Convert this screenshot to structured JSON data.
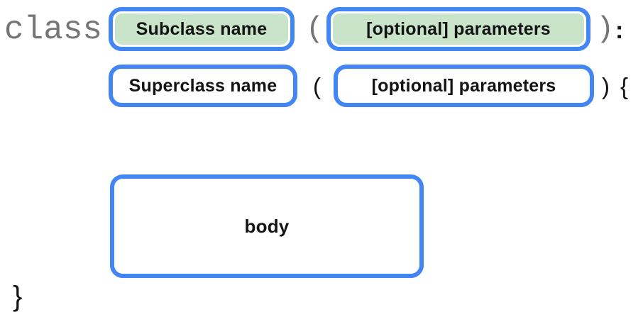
{
  "colors": {
    "accent_blue": "#4285f4",
    "box_green": "#c9e4c8",
    "code_gray": "#757575",
    "text_black": "#141414"
  },
  "diagram": {
    "title_hint": "class definition syntax diagram",
    "row1": {
      "keyword": "class",
      "subclass_box": "Subclass name",
      "open_paren": "(",
      "params_box": "[optional] parameters",
      "close_paren": ")",
      "colon": ":"
    },
    "row2": {
      "superclass_box": "Superclass name",
      "open_paren": "(",
      "params_box": "[optional] parameters",
      "close_paren": ")",
      "open_brace": "{"
    },
    "body": {
      "body_box": "body"
    },
    "closing_brace": "}"
  }
}
